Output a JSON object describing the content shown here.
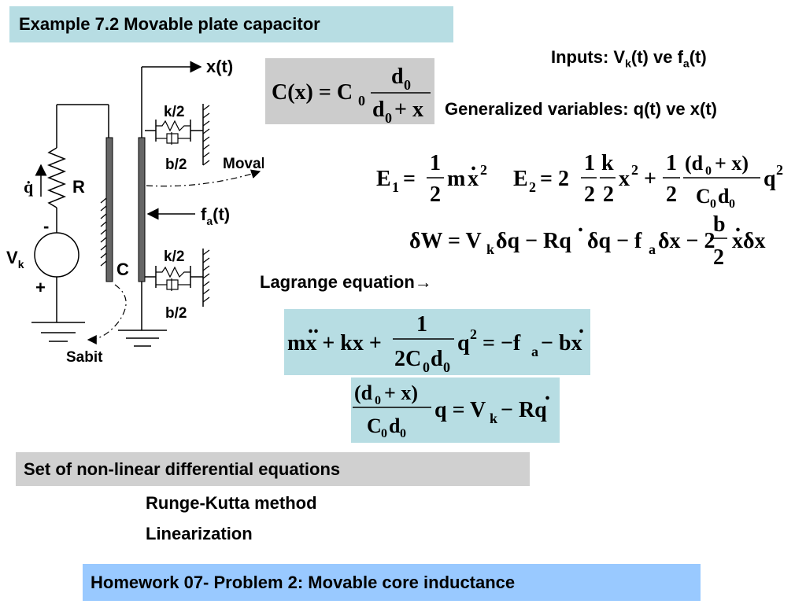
{
  "title": "Example 7.2  Movable plate capacitor",
  "inputs": "Inputs: V",
  "inputs_k": "k",
  "inputs_mid": "(t) ve  f",
  "inputs_a": "a",
  "inputs_end": "(t)",
  "generalized": "Generalized variables: q(t) ve x(t)",
  "lagrange_label": "Lagrange equation→",
  "set_label": "Set of non-linear differential equations",
  "method1": "Runge-Kutta method",
  "method2": "Linearization",
  "homework": "Homework 07- Problem 2: Movable core inductance",
  "diagram": {
    "x_label": "x(t)",
    "k2_top": "k/2",
    "b2_top": "b/2",
    "movable": "Movable, m",
    "qdot": "q̇",
    "R": "R",
    "minus": "-",
    "plus": "+",
    "V": "V",
    "V_sub": "k",
    "fa": "f",
    "fa_sub": "a",
    "fa_end": "(t)",
    "C": "C",
    "k2_bot": "k/2",
    "b2_bot": "b/2",
    "sabit": "Sabit"
  },
  "colors": {
    "title_bg": "#b7dde3",
    "gray_bg": "#cccccc",
    "homework_bg": "#99c9ff"
  }
}
